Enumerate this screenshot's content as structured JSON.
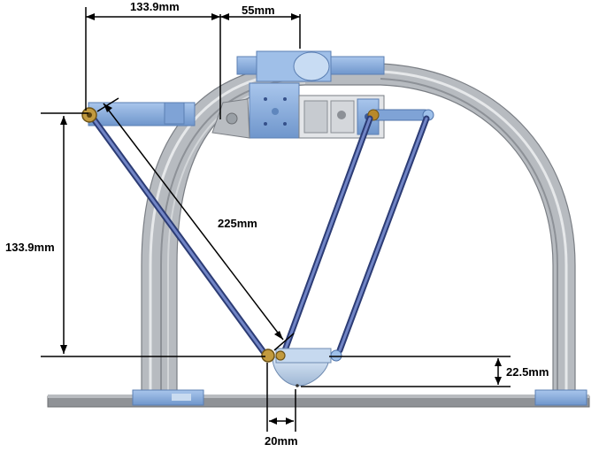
{
  "diagram": {
    "dimensions": {
      "top_left_width": "133.9mm",
      "top_center_width": "55mm",
      "left_height": "133.9mm",
      "diagonal_arm": "225mm",
      "effector_offset": "22.5mm",
      "bottom_width": "20mm"
    },
    "colors": {
      "frame_light": "#d4d7db",
      "frame_mid": "#a9adb3",
      "frame_dark": "#7d8188",
      "plate_blue": "#8fb3e0",
      "plate_blue_dark": "#5f86bd",
      "rod_blue": "#5a6fb0",
      "rod_dark": "#33447f",
      "joint_gold": "#b8892a",
      "base_plate": "#9a9da1",
      "dim_line": "#000000"
    }
  }
}
